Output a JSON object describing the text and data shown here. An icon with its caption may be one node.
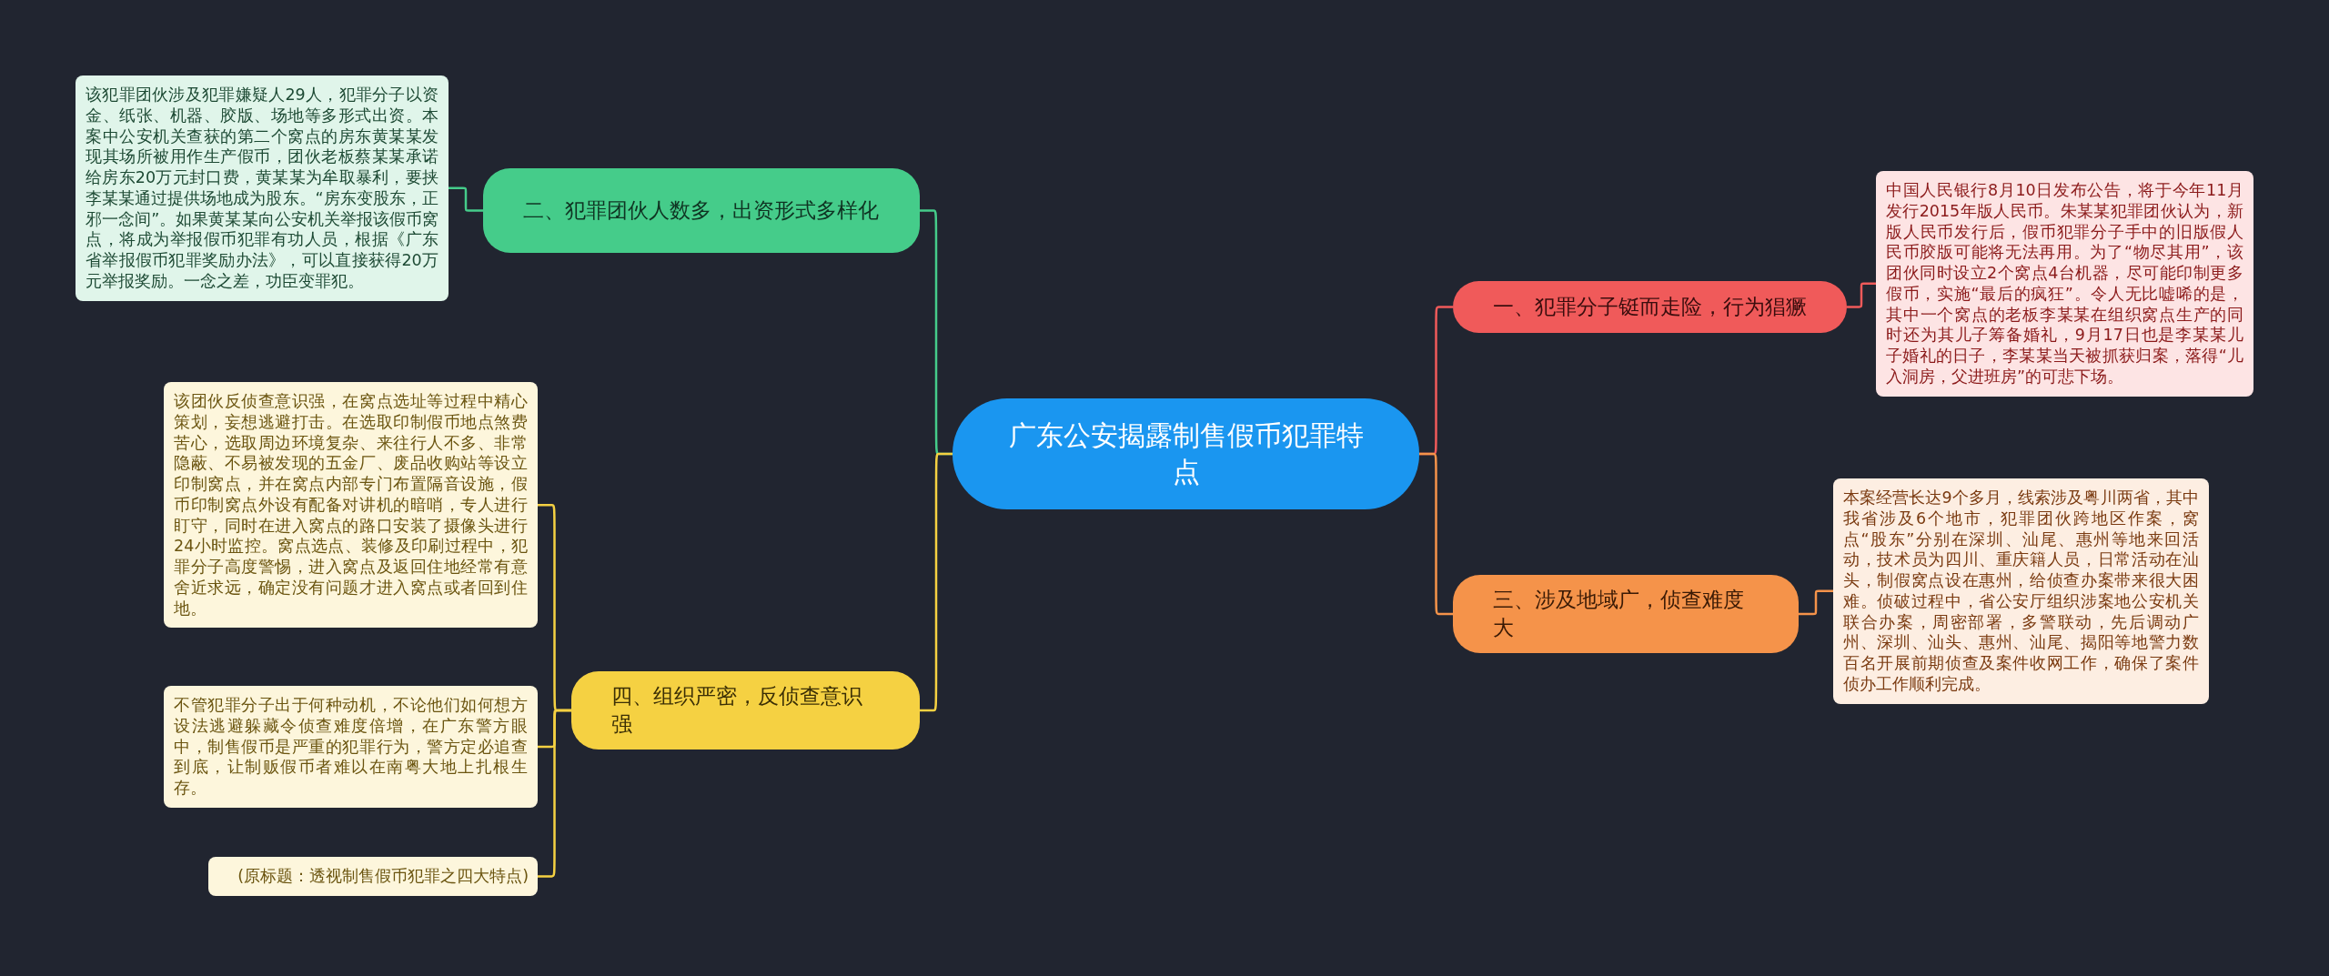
{
  "diagram": {
    "nodes": [
      {
        "text": [
          "广东公安揭露制售假币犯罪特点"
        ]
      },
      {
        "text": [
          "一、犯罪分子铤而走险，行为猖獗"
        ]
      },
      {
        "text": [
          "中国人民银行8月10日发布公告，将于今年11月发行2015年版人民币。朱某某犯罪团伙认为，新版人民币发行后，假币犯罪分子手中的旧版假人民币胶版可能将无法再用。为了“物尽其用”，该团伙同时设立2个窝点4台机器，尽可能印制更多假币，实施“最后的疯狂”。令人无比嘘唏的是，其中一个窝点的老板李某某在组织窝点生产的同时还为其儿子筹备婚礼，9月17日也是李某某儿子婚礼的日子，李某某当天被抓获归案，落得“儿入洞房，父进班房”的可悲下场。"
        ]
      },
      {
        "text": [
          "二、犯罪团伙人数多，出资形式多样化"
        ]
      },
      {
        "text": [
          "该犯罪团伙涉及犯罪嫌疑人29人，犯罪分子以资金、纸张、机器、胶版、场地等多形式出资。本案中公安机关查获的第二个窝点的房东黄某某发现其场所被用作生产假币，团伙老板蔡某某承诺给房东20万元封口费，黄某某为牟取暴利，要挟李某某通过提供场地成为股东。“房东变股东，正邪一念间”。如果黄某某向公安机关举报该假币窝点，将成为举报假币犯罪有功人员，根据《广东省举报假币犯罪奖励办法》，可以直接获得20万元举报奖励。一念之差，功臣变罪犯。"
        ]
      },
      {
        "text": [
          "三、涉及地域广，侦查难度大"
        ]
      },
      {
        "text": [
          "本案经营长达9个多月，线索涉及粤川两省，其中我省涉及6个地市，犯罪团伙跨地区作案，窝点“股东”分别在深圳、汕尾、惠州等地来回活动，技术员为四川、重庆籍人员，日常活动在汕头，制假窝点设在惠州，给侦查办案带来很大困难。侦破过程中，省公安厅组织涉案地公安机关联合办案，周密部署，多警联动，先后调动广州、深圳、汕头、惠州、汕尾、揭阳等地警力数百名开展前期侦查及案件收网工作，确保了案件侦办工作顺利完成。"
        ]
      },
      {
        "text": [
          "四、组织严密，反侦查意识强"
        ]
      },
      {
        "text": [
          "该团伙反侦查意识强，在窝点选址等过程中精心策划，妄想逃避打击。在选取印制假币地点煞费苦心，选取周边环境复杂、来往行人不多、非常隐蔽、不易被发现的五金厂、废品收购站等设立印制窝点，并在窝点内部专门布置隔音设施，假币印制窝点外设有配备对讲机的暗哨，专人进行盯守，同时在进入窝点的路口安装了摄像头进行24小时监控。窝点选点、装修及印刷过程中，犯罪分子高度警惕，进入窝点及返回住地经常有意舍近求远，确定没有问题才进入窝点或者回到住地。"
        ]
      },
      {
        "text": [
          "不管犯罪分子出于何种动机，不论他们如何想方设法逃避躲藏令侦查难度倍增，在广东警方眼中，制售假币是严重的犯罪行为，警方定必追查到底，让制贩假币者难以在南粤大地上扎根生存。"
        ]
      },
      {
        "text": [
          "(原标题：透视制售假币犯罪之四大特点)"
        ]
      }
    ],
    "edges": [
      {
        "from": 0,
        "to": 1,
        "arrow": "none",
        "color": "#f05a5a"
      },
      {
        "from": 1,
        "to": 2,
        "arrow": "none",
        "color": "#f05a5a"
      },
      {
        "from": 0,
        "to": 3,
        "arrow": "none",
        "color": "#45cc8a"
      },
      {
        "from": 3,
        "to": 4,
        "arrow": "none",
        "color": "#45cc8a"
      },
      {
        "from": 0,
        "to": 5,
        "arrow": "none",
        "color": "#f5934a"
      },
      {
        "from": 5,
        "to": 6,
        "arrow": "none",
        "color": "#f5934a"
      },
      {
        "from": 0,
        "to": 7,
        "arrow": "none",
        "color": "#f5d142"
      },
      {
        "from": 7,
        "to": 8,
        "arrow": "none",
        "color": "#f5d142"
      },
      {
        "from": 7,
        "to": 9,
        "arrow": "none",
        "color": "#f5d142"
      },
      {
        "from": 7,
        "to": 10,
        "arrow": "none",
        "color": "#f5d142"
      }
    ]
  }
}
